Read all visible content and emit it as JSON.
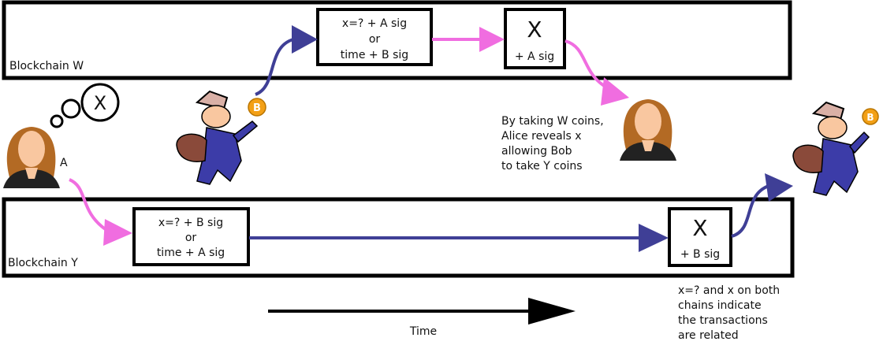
{
  "chains": {
    "w": {
      "label": "Blockchain W"
    },
    "y": {
      "label": "Blockchain Y"
    }
  },
  "tx": {
    "w1": {
      "line1": "x=? + A sig",
      "line2": "or",
      "line3": "time + B sig"
    },
    "w2": {
      "big": "X",
      "small": "+ A sig"
    },
    "y1": {
      "line1": "x=? + B sig",
      "line2": "or",
      "line3": "time + A sig"
    },
    "y2": {
      "big": "X",
      "small": "+ B sig"
    }
  },
  "thought": {
    "symbol": "X"
  },
  "alice": {
    "label": "A"
  },
  "bitcoin": {
    "symbol": "B"
  },
  "notes": {
    "reveal": [
      "By taking W coins,",
      "Alice reveals x",
      "allowing Bob",
      "to take Y coins"
    ],
    "related": [
      "x=? and x on both",
      "chains indicate",
      "the transactions",
      "are related"
    ]
  },
  "time": {
    "label": "Time"
  },
  "colors": {
    "pink": "#f06de0",
    "blue": "#3f3f96",
    "skin": "#f9c7a0",
    "hair": "#b36a24",
    "coin": "#f3a016",
    "coat": "#3c3ca8",
    "hat": "#d9b0a6"
  }
}
